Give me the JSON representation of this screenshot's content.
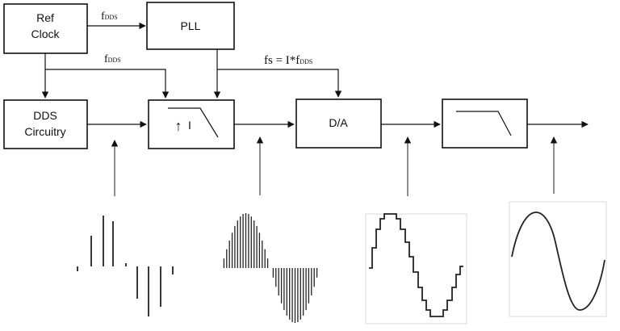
{
  "blocks": {
    "ref_clock": {
      "line1": "Ref",
      "line2": "Clock"
    },
    "pll": {
      "label": "PLL"
    },
    "dds": {
      "line1": "DDS",
      "line2": "Circuitry"
    },
    "interpolator": {
      "symbol": "↑",
      "label": "I"
    },
    "dac": {
      "label": "D/A"
    }
  },
  "signals": {
    "fdds_pll": {
      "main": "f",
      "sub": "DDS"
    },
    "fdds_interp": {
      "main": "f",
      "sub": "DDS"
    },
    "fs": {
      "main": "fs = I*f",
      "sub": "DDS"
    }
  },
  "waveforms": [
    "dds-impulses",
    "interpolated-impulses",
    "dac-staircase",
    "filtered-sine"
  ]
}
